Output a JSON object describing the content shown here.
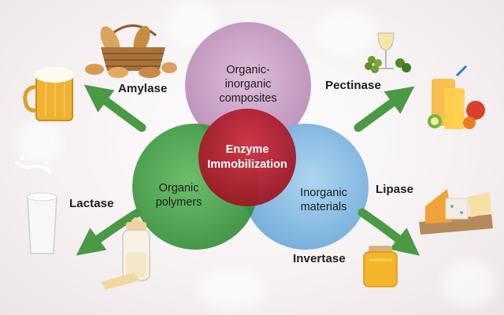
{
  "venn": {
    "top": "Organic-\ninorganic\ncomposites",
    "left": "Organic\npolymers",
    "right": "Inorganic\nmaterials",
    "center": "Enzyme\nImmobilization"
  },
  "enzymes": {
    "amylase": "Amylase",
    "pectinase": "Pectinase",
    "lactase": "Lactase",
    "lipase": "Lipase",
    "invertase": "Invertase"
  },
  "colors": {
    "top_circle": "#c9a1c4",
    "left_circle": "#3f9e3f",
    "right_circle": "#8cc0e6",
    "center_circle": "#b52030",
    "arrow": "#4a9a45"
  },
  "icons": {
    "amylase": "bread-basket-icon",
    "beer": "beer-mug-icon",
    "pectinase_wine": "wine-grapes-icon",
    "pectinase_juice": "juice-fruit-icon",
    "lactase_milk": "milk-glass-icon",
    "lactase_bottle": "baby-bottle-icon",
    "lipase": "cheese-board-icon",
    "invertase": "honey-jar-icon"
  }
}
